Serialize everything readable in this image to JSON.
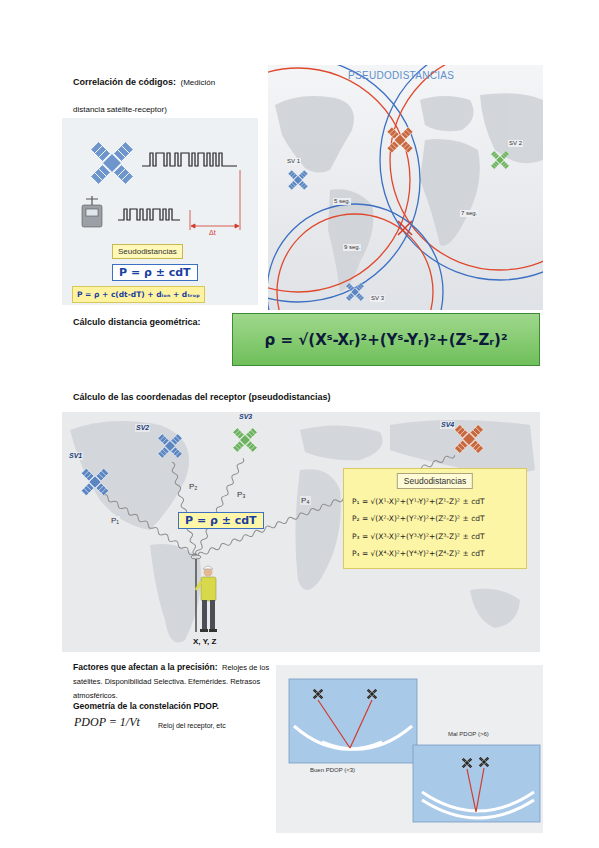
{
  "diagram": {
    "nodes": [
      {
        "text": [
          "Seudodistancias"
        ]
      },
      {
        "text": [
          "P = ρ ± cdT"
        ]
      },
      {
        "text": [
          "P = ρ + c(dt-dT) + dᵢₒₙ + dₜᵣₒₚ"
        ]
      },
      {
        "text": [
          "ρ = √(Xˢ-Xᵣ)²+(Yˢ-Yᵣ)²+(Zˢ-Zᵣ)²"
        ]
      },
      {
        "text": [
          "P = ρ ± cdT"
        ]
      },
      {
        "text": [
          "P₁ = √(X¹-X)²+(Y¹-Y)²+(Z¹-Z)² ± cdT",
          "P₂ = √(X²-X)²+(Y²-Y)²+(Z²-Z)² ± cdT",
          "P₃ = √(X³-X)²+(Y³-Y)²+(Z³-Z)² ± cdT",
          "P₄ = √(X⁴-X)²+(Y⁴-Y)²+(Z⁴-Z)² ± cdT"
        ]
      },
      {
        "text": [
          "Seudodistancias"
        ],
        "in": 5
      }
    ],
    "labels": [
      "Correlación de códigos:",
      "(Medición distancia satélite-receptor)",
      "Δt",
      "PSEUDODISTANCIAS",
      "SV 1",
      "SV 2",
      "SV 3",
      "5 seg.",
      "7 seg.",
      "9 seg.",
      "Cálculo distancia geométrica:",
      "Cálculo de las coordenadas del receptor (pseudodistancias)",
      "SV1",
      "SV2",
      "SV3",
      "SV4",
      "P₁",
      "P₂",
      "P₃",
      "P₄",
      "X, Y, Z",
      "Factores que afectan a la precisión:",
      "Relojes de los satélites. Disponibilidad Selectiva. Efemérides. Retrasos atmosféricos.",
      "Geometría de la constelación PDOP.",
      "PDOP = 1/Vt",
      "Reloj del receptor, etc",
      "Buen PDOP (<3)",
      "Mal PDOP (>6)"
    ]
  }
}
